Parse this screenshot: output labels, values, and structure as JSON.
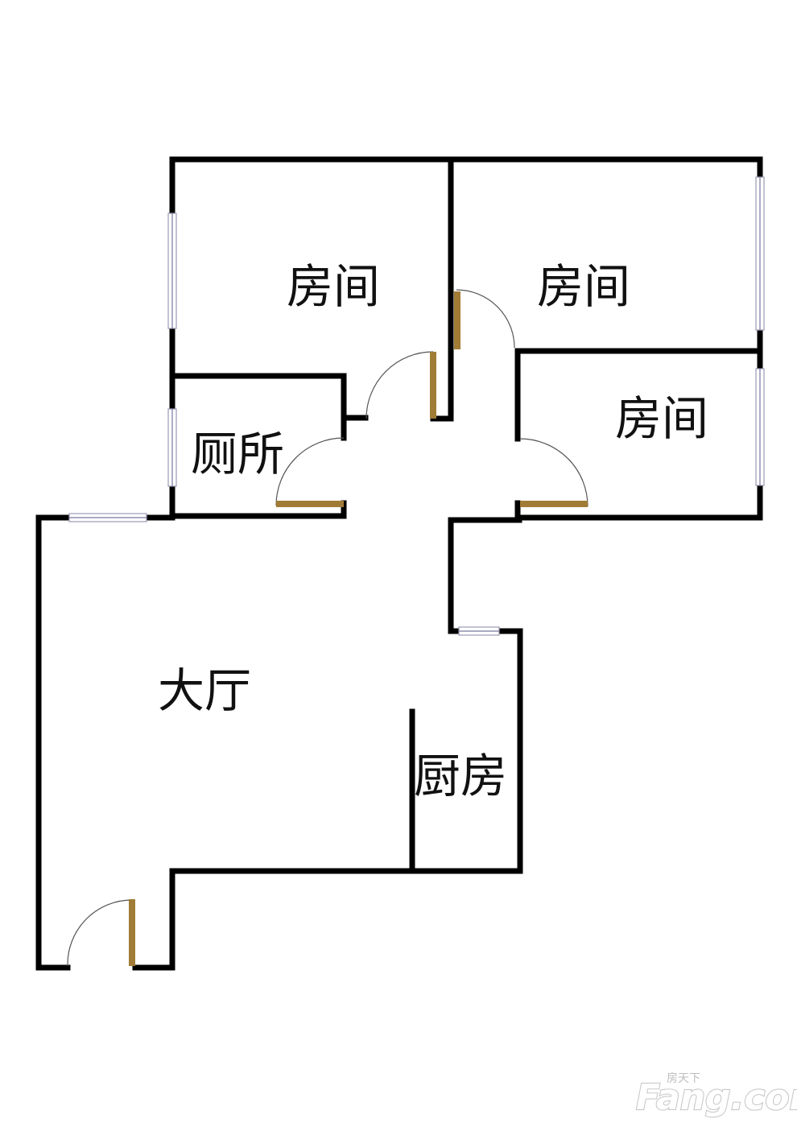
{
  "rooms": {
    "bedroom_1": "房间",
    "bedroom_2": "房间",
    "bedroom_3": "房间",
    "toilet": "厕所",
    "living_room": "大厅",
    "kitchen": "厨房"
  },
  "watermark": {
    "brand": "Fang.com",
    "brand_small": "房天下"
  },
  "colors": {
    "wall": "#000000",
    "door": "#a07c36",
    "window": "#9a9ab4"
  }
}
